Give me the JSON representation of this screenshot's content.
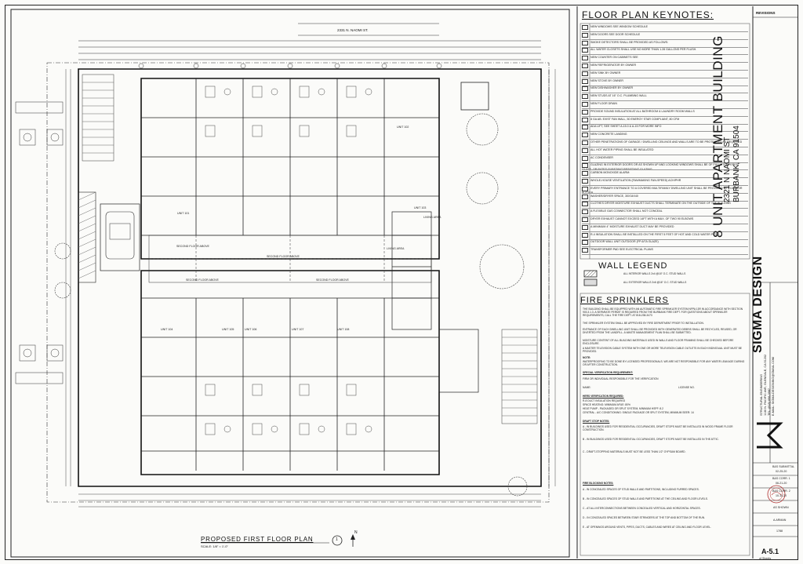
{
  "keynotes": {
    "title": "FLOOR PLAN KEYNOTES:",
    "items": [
      "NEW WINDOWS SEE WINDOW SCHEDULE",
      "NEW DOORS SEE DOOR SCHEDULE",
      "SMOKE DETECTORS SHALL BE PROVIDED AS FOLLOWS:",
      "ALL WATER CLOSETS SHALL USE NO MORE THAN 1.28 GALLONS PER FLUSH.",
      "NEW COUNTER ON CABINETS SEE",
      "NEW REFRIGERATOR BY OWNER",
      "NEW SINK BY OWNER",
      "NEW STOVE BY OWNER",
      "NEW DISHWASHER BY OWNER",
      "NEW STUDS AT 16\" O.C. PLUMBING WALL",
      "NEW FLOOR DRAIN",
      "PROVIDE SOUND INSULATION AT ALL BATHROOM & LAUNDRY ROOM WALLS",
      "8 GA AB. EXIST FAN WALL, 50 ENERGY STAR COMPLIANT, 80 CFM",
      "ADA LIFT, SEE SHEET A-15.0 & A-15 FOR MORE INFO",
      "NEW CONCRETE LANDING",
      "OTHER PENETRATIONS OF GARAGE / DWELLING CEILINGS AND WALLS ARE TO BE PROTECTED AS REQUIRED",
      "ALL HOT WATER PIPING SHALL BE INSULATED",
      "AC CONDENSER",
      "GLAZING IN EXTERIOR DOORS OR AS SHOWN UP AND LOOKING WINDOWS SHALL BE OF FULLY TEMPERED GLASS, OR RATED SUBSTANT RESISTANT GLAZING",
      "CARBON MONOXIDE ALARM:",
      "WHOLE-HOUSE VENTILATION (FAN/MAKING FAN-SPEED) ACH/PHR",
      "EVERY PRIMARY ENTRANCE TO A COVERED MULTIFAMILY DWELLING UNIT SHALL BE PROVIDED WITH A DOOR BUZZER",
      "WASHER/DRYER SPACE, 30X34X40",
      "CLOTHES DRYER MOISTURE EXHAUST DUCTS SHALL TERMINATE ON THE OUTSIDE OF THE BUILDING",
      "A FLEXIBLE GAS CONNECTOR SHALL NOT CONCEAL",
      "DRYER EXHAUST CANNOT EXCEED 14FT WITH A MAX. OF TWO 90 ELBOWS",
      "A MINIMUM 4\" MOISTURE EXHAUST DUCT MAY BE PROVIDED",
      "R-4 INSULATION SHALL BE INSTALLED ON THE FIRST 5 FEET OF HOT AND COLD WATER PIPES",
      "OUTDOOR WALL UNIT OUTDOOR (FP-6/7A GLAZE)",
      "TRANSFORMER PAD SEE ELECTRICAL PLANS"
    ]
  },
  "wall_legend": {
    "title": "WALL LEGEND",
    "items": [
      "ALL INTERIOR WALLS 2x4 @16\" O.C. STUD WALLS",
      "ALL EXTERIOR WALLS 2x6 @16\" O.C. STUD WALLS"
    ]
  },
  "fire_sprinklers": {
    "title": "FIRE SPRINKLERS",
    "paragraphs": [
      "THE BUILDING SHALL BE EQUIPPED WITH AN AUTOMATIC FIRE SPRINKLER SYSTEM NFPA 13R IN ACCORDANCE WITH SECTION 903.3.1.3. A SEPARATE PERMIT IS REQUIRED FROM THE BURBANK FIRE DEPT. FOR QUESTIONS ABOUT SPRINKLER REQUIREMENTS, CALL THE FIRE DEPT. AT 818-238-3473",
      "THE SPRINKLER SYSTEM SHALL BE APPROVED BY FIRE DEPARTMENT PRIOR TO INSTALLATION.",
      "ENTRANCE OF EACH DWELLING UNIT SHALL BE PROVIDED WITH GENERATED DEBRIS SHALL BE RECYCLED, REUSED, OR DIVERTED FROM THE LANDFILL. A WASTE MANAGEMENT PLAN SHALL BE SUBMITTED.",
      "MOISTURE CONTENT OF ALL BUILDING MATERIALS USED IN WALLS AND FLOOR FRAMING SHALL BE CHECKED BEFORE ENCLOSURE.",
      "A MASTER TELEVISION CABLE SYSTEM WITH ONE OR MORE TELEVISION CABLE OUTLETS IN EACH INDIVIDUAL UNIT MUST BE PROVIDED."
    ],
    "note_title": "NOTE:",
    "note": "WATERPROOFING TO BE DONE BY LICENSED PROFESSIONALS. WE ARE NOT RESPONSIBLE FOR ANY WATER LEAKAGE DURING OR AFTER CONSTRUCTION.",
    "verification_title": "SPECIAL VERIFICATION REQUIREMENT:",
    "verification_line": "FIRM OR INDIVIDUAL RESPONSIBLE FOR THE VERIFICATION",
    "name_label": "NAME:",
    "license_label": "LICENSE NO.",
    "hers_title": "HERS VERIFICATION REQUIRED:",
    "hers_lines": [
      "R-8 DUCT INSULATION REQUIRED",
      "SPACE HEATING: MINIMUM AFUE: 80%",
      "HEAT PUMP - PACKAGED OR SPLIT SYSTEM, MINIMUM HSPF: 8.2",
      "CENTRAL - A/C CONDITIONING: SINGLE PACKAGE OR SPLIT SYSTEM, MINIMUM SEER: 14"
    ],
    "draft_title": "DRAFT STOP NOTES:",
    "draft_lines": [
      "A - IN BUILDINGS USED FOR RESIDENTIAL OCCUPANCIES, DRAFT STOPS MUST BE INSTALLED IN WOOD FRAME FLOOR CONSTRUCTION.",
      "B - IN BUILDINGS USED FOR RESIDENTIAL OCCUPANCIES, DRAFT STOPS MUST BE INSTALLED IN THE ATTIC.",
      "C - DRAFT-STOPPING MATERIALS MUST NOT BE LESS THAN 1/2\" GYPSUM BOARD."
    ],
    "fire_title": "FIRE BLOCKING NOTES:",
    "fire_lines": [
      "A - IN CONCEALED SPACES OF STUD WALLS AND PARTITIONS, INCLUDING FURRED SPACES.",
      "B - IN CONCEALED SPACES OF STUD WALLS AND PARTITIONS AT THE CEILING AND FLOOR LEVELS.",
      "C - AT ALL INTERCONNECTIONS BETWEEN CONCEALED VERTICAL AND HORIZONTAL SPACES.",
      "D - IN CONCEALED SPACES BETWEEN STAIR STRINGERS AT THE TOP AND BOTTOM OF THE RUN.",
      "E - AT OPENINGS AROUND VENTS, PIPES, DUCTS, CABLES AND WIRES AT CEILING AND FLOOR LEVEL."
    ]
  },
  "plan": {
    "street": "2331 N. NAOMI ST.",
    "title": "PROPOSED FIRST FLOOR PLAN",
    "scale": "SCALE: 1/8\" = 1'-0\"",
    "north": "N",
    "detail_ref": "1",
    "units": [
      "UNIT 101",
      "UNIT 102",
      "UNIT 103",
      "UNIT 104",
      "UNIT 105",
      "UNIT 106",
      "UNIT 107",
      "UNIT 108"
    ],
    "rooms": [
      "LIVING AREA",
      "LIVING AREA",
      "SECOND FLOOR ABOVE",
      "SECOND FLOOR ABOVE",
      "SECOND FLOOR ABOVE",
      "SECOND FLOOR ABOVE"
    ]
  },
  "title_block": {
    "revisions_label": "REVISIONS",
    "project_name": "8 UNIT APARTMENT BUILDING",
    "address": "2321 N NAOMI ST",
    "city": "BURBANK, CA 91504",
    "firm_name": "SIGMA DESIGN",
    "firm_lines": [
      "STRUCTURAL ENGINEERING",
      "1130 N. PACIFIC AVE, GLENDALE, CA 91202",
      "TEL: (818) 696-3987",
      "E-MAIL: SIGMA.DESIGNING@GMAIL.COM"
    ],
    "submittals": [
      "B&S SUBMITTAL",
      "02-25-20",
      "B&S CORR. 1",
      "06-21-20",
      "B&S CORR. 2",
      "10-11-20"
    ],
    "scale_label": "AS SHOWN",
    "drawn_label": "A.ARMAN",
    "job_label": "1788",
    "sheet_number": "A-5.1",
    "sheet_sub": "of    Sheets"
  },
  "colors": {
    "line": "#1a1a1a",
    "paper": "#fbfbf9",
    "hatch": "#6a6a6a",
    "stamp": "#b03030"
  }
}
